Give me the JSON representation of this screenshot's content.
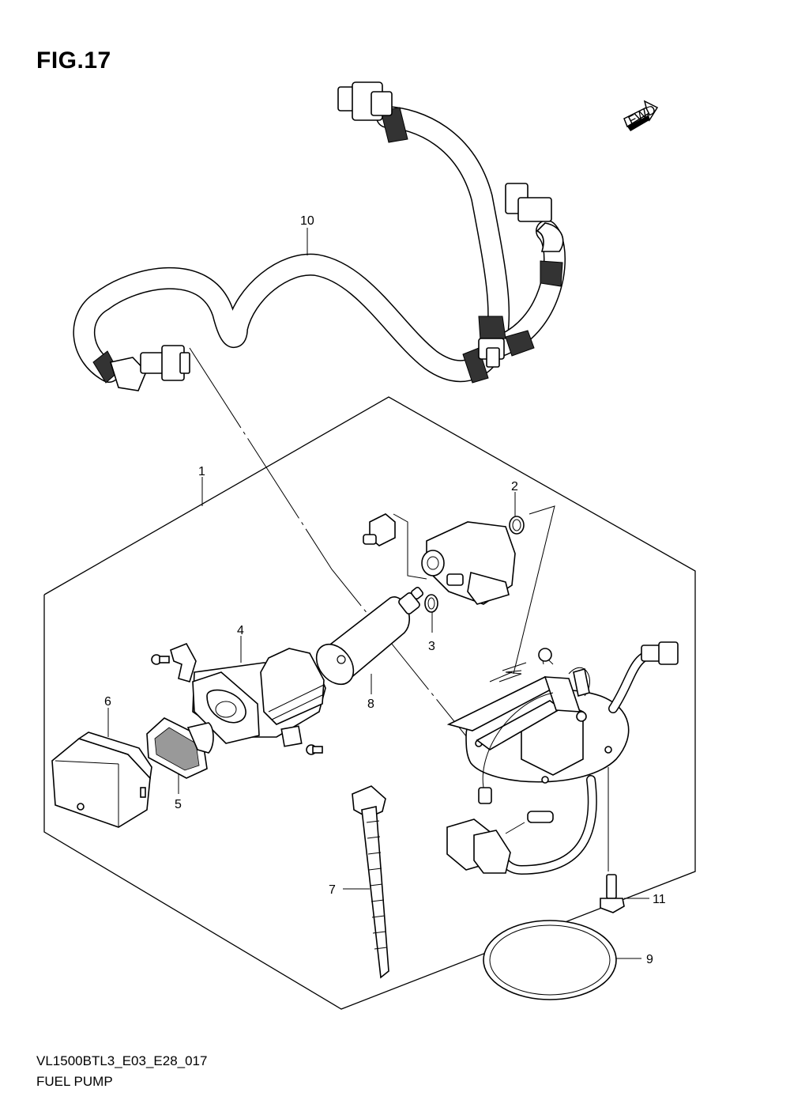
{
  "figure": {
    "title": "FIG.17",
    "model_code": "VL1500BTL3_E03_E28_017",
    "name": "FUEL PUMP",
    "direction_marker": "FWD"
  },
  "callouts": {
    "c1": "1",
    "c2": "2",
    "c3": "3",
    "c4": "4",
    "c5": "5",
    "c6": "6",
    "c7": "7",
    "c8": "8",
    "c9": "9",
    "c10": "10",
    "c11": "11"
  }
}
